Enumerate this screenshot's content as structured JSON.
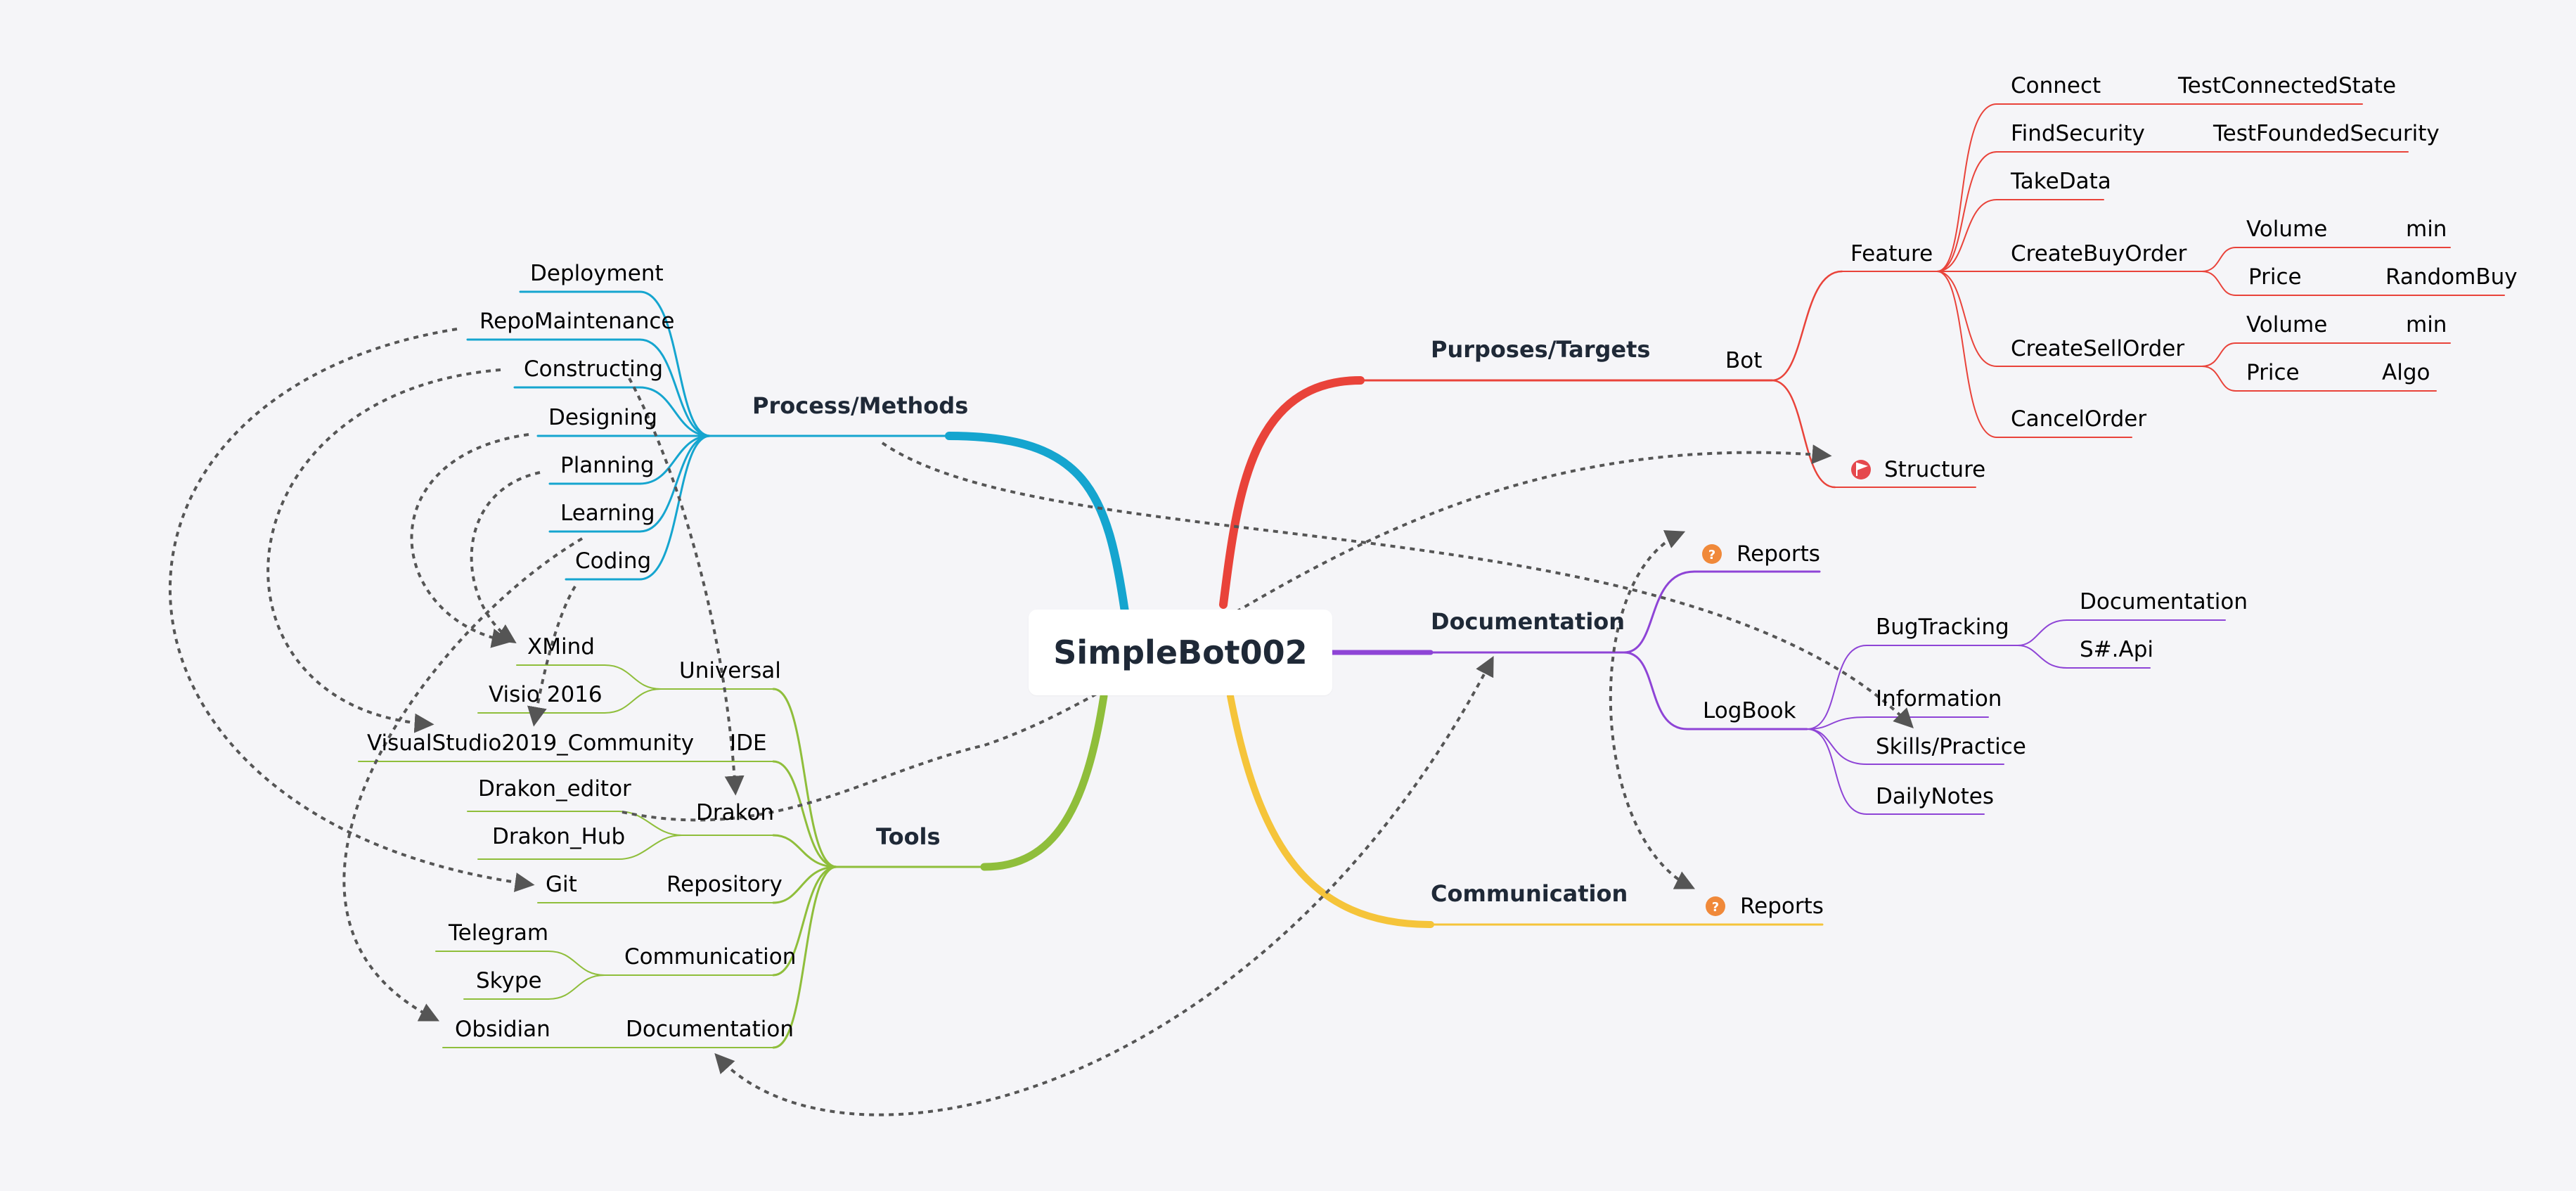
{
  "central": {
    "title": "SimpleBot002"
  },
  "colors": {
    "purposes": "#e9433a",
    "process": "#15a5cf",
    "documentation": "#8e44d6",
    "tools": "#8fbe3b",
    "communication": "#f5c43a",
    "relationship": "#555555",
    "icon_question": "#f0893a",
    "icon_flag": "#e5484d"
  },
  "branches": {
    "purposes": {
      "label": "Purposes/Targets",
      "bot": {
        "label": "Bot",
        "feature": {
          "label": "Feature",
          "connect": {
            "label": "Connect",
            "child": "TestConnectedState"
          },
          "find_security": {
            "label": "FindSecurity",
            "child": "TestFoundedSecurity"
          },
          "take_data": {
            "label": "TakeData"
          },
          "create_buy_order": {
            "label": "CreateBuyOrder",
            "volume": {
              "label": "Volume",
              "child": "min"
            },
            "price": {
              "label": "Price",
              "child": "RandomBuy"
            }
          },
          "create_sell_order": {
            "label": "CreateSellOrder",
            "volume": {
              "label": "Volume",
              "child": "min"
            },
            "price": {
              "label": "Price",
              "child": "Algo"
            }
          },
          "cancel_order": {
            "label": "CancelOrder"
          }
        },
        "structure": {
          "label": "Structure",
          "icon": "flag-icon"
        }
      }
    },
    "process": {
      "label": "Process/Methods",
      "items": [
        "Deployment",
        "RepoMaintenance",
        "Constructing",
        "Designing",
        "Planning",
        "Learning",
        "Coding"
      ]
    },
    "documentation": {
      "label": "Documentation",
      "reports": {
        "label": "Reports",
        "icon": "question-icon"
      },
      "bug_tracking": {
        "label": "BugTracking",
        "children": [
          "Documentation",
          "S#.Api"
        ]
      },
      "logbook": {
        "label": "LogBook",
        "children": [
          "Information",
          "Skills/Practice",
          "DailyNotes"
        ]
      }
    },
    "communication": {
      "label": "Communication",
      "reports": {
        "label": "Reports",
        "icon": "question-icon"
      }
    },
    "tools": {
      "label": "Tools",
      "universal": {
        "label": "Universal",
        "children": [
          "XMind",
          "Visio 2016"
        ]
      },
      "ide": {
        "label": "IDE",
        "children": [
          "VisualStudio2019_Community"
        ]
      },
      "drakon": {
        "label": "Drakon",
        "children": [
          "Drakon_editor",
          "Drakon_Hub"
        ]
      },
      "repository": {
        "label": "Repository",
        "children": [
          "Git"
        ]
      },
      "communication": {
        "label": "Communication",
        "children": [
          "Telegram",
          "Skype"
        ]
      },
      "documentation": {
        "label": "Documentation",
        "children": [
          "Obsidian"
        ]
      }
    }
  }
}
